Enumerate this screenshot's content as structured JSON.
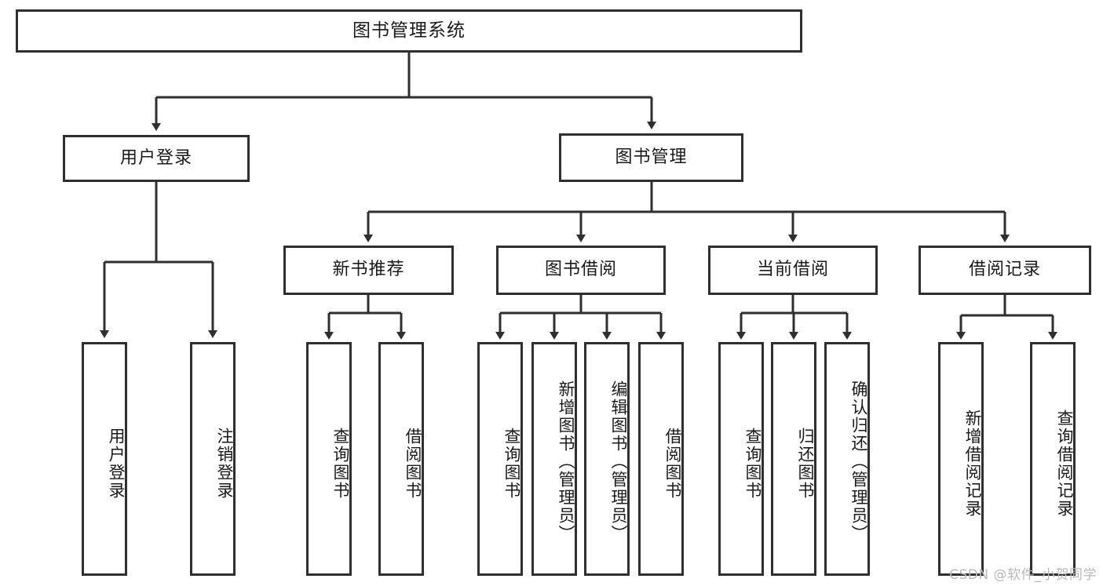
{
  "diagram": {
    "title": "图书管理系统",
    "watermark": "CSDN @软件_小贺同学",
    "line_color": "#2f2f2f",
    "box_fill": "#ffffff",
    "text_color": "#1a1a1a",
    "nodes": {
      "root": "图书管理系统",
      "level2": {
        "user_login": "用户登录",
        "book_manage": "图书管理"
      },
      "level3": {
        "new_book_recommend": "新书推荐",
        "book_borrow": "图书借阅",
        "current_borrow": "当前借阅",
        "borrow_record": "借阅记录"
      },
      "leaves": {
        "user_login_1": "用户登录",
        "user_login_2": "注销登录",
        "recommend_1": "查询图书",
        "recommend_2": "借阅图书",
        "borrow_1": "查询图书",
        "borrow_2": "新增图书（管理员）",
        "borrow_3": "编辑图书（管理员）",
        "borrow_4": "借阅图书",
        "current_1": "查询图书",
        "current_2": "归还图书",
        "current_3": "确认归还（管理员）",
        "record_1": "新增借阅记录",
        "record_2": "查询借阅记录"
      }
    }
  }
}
